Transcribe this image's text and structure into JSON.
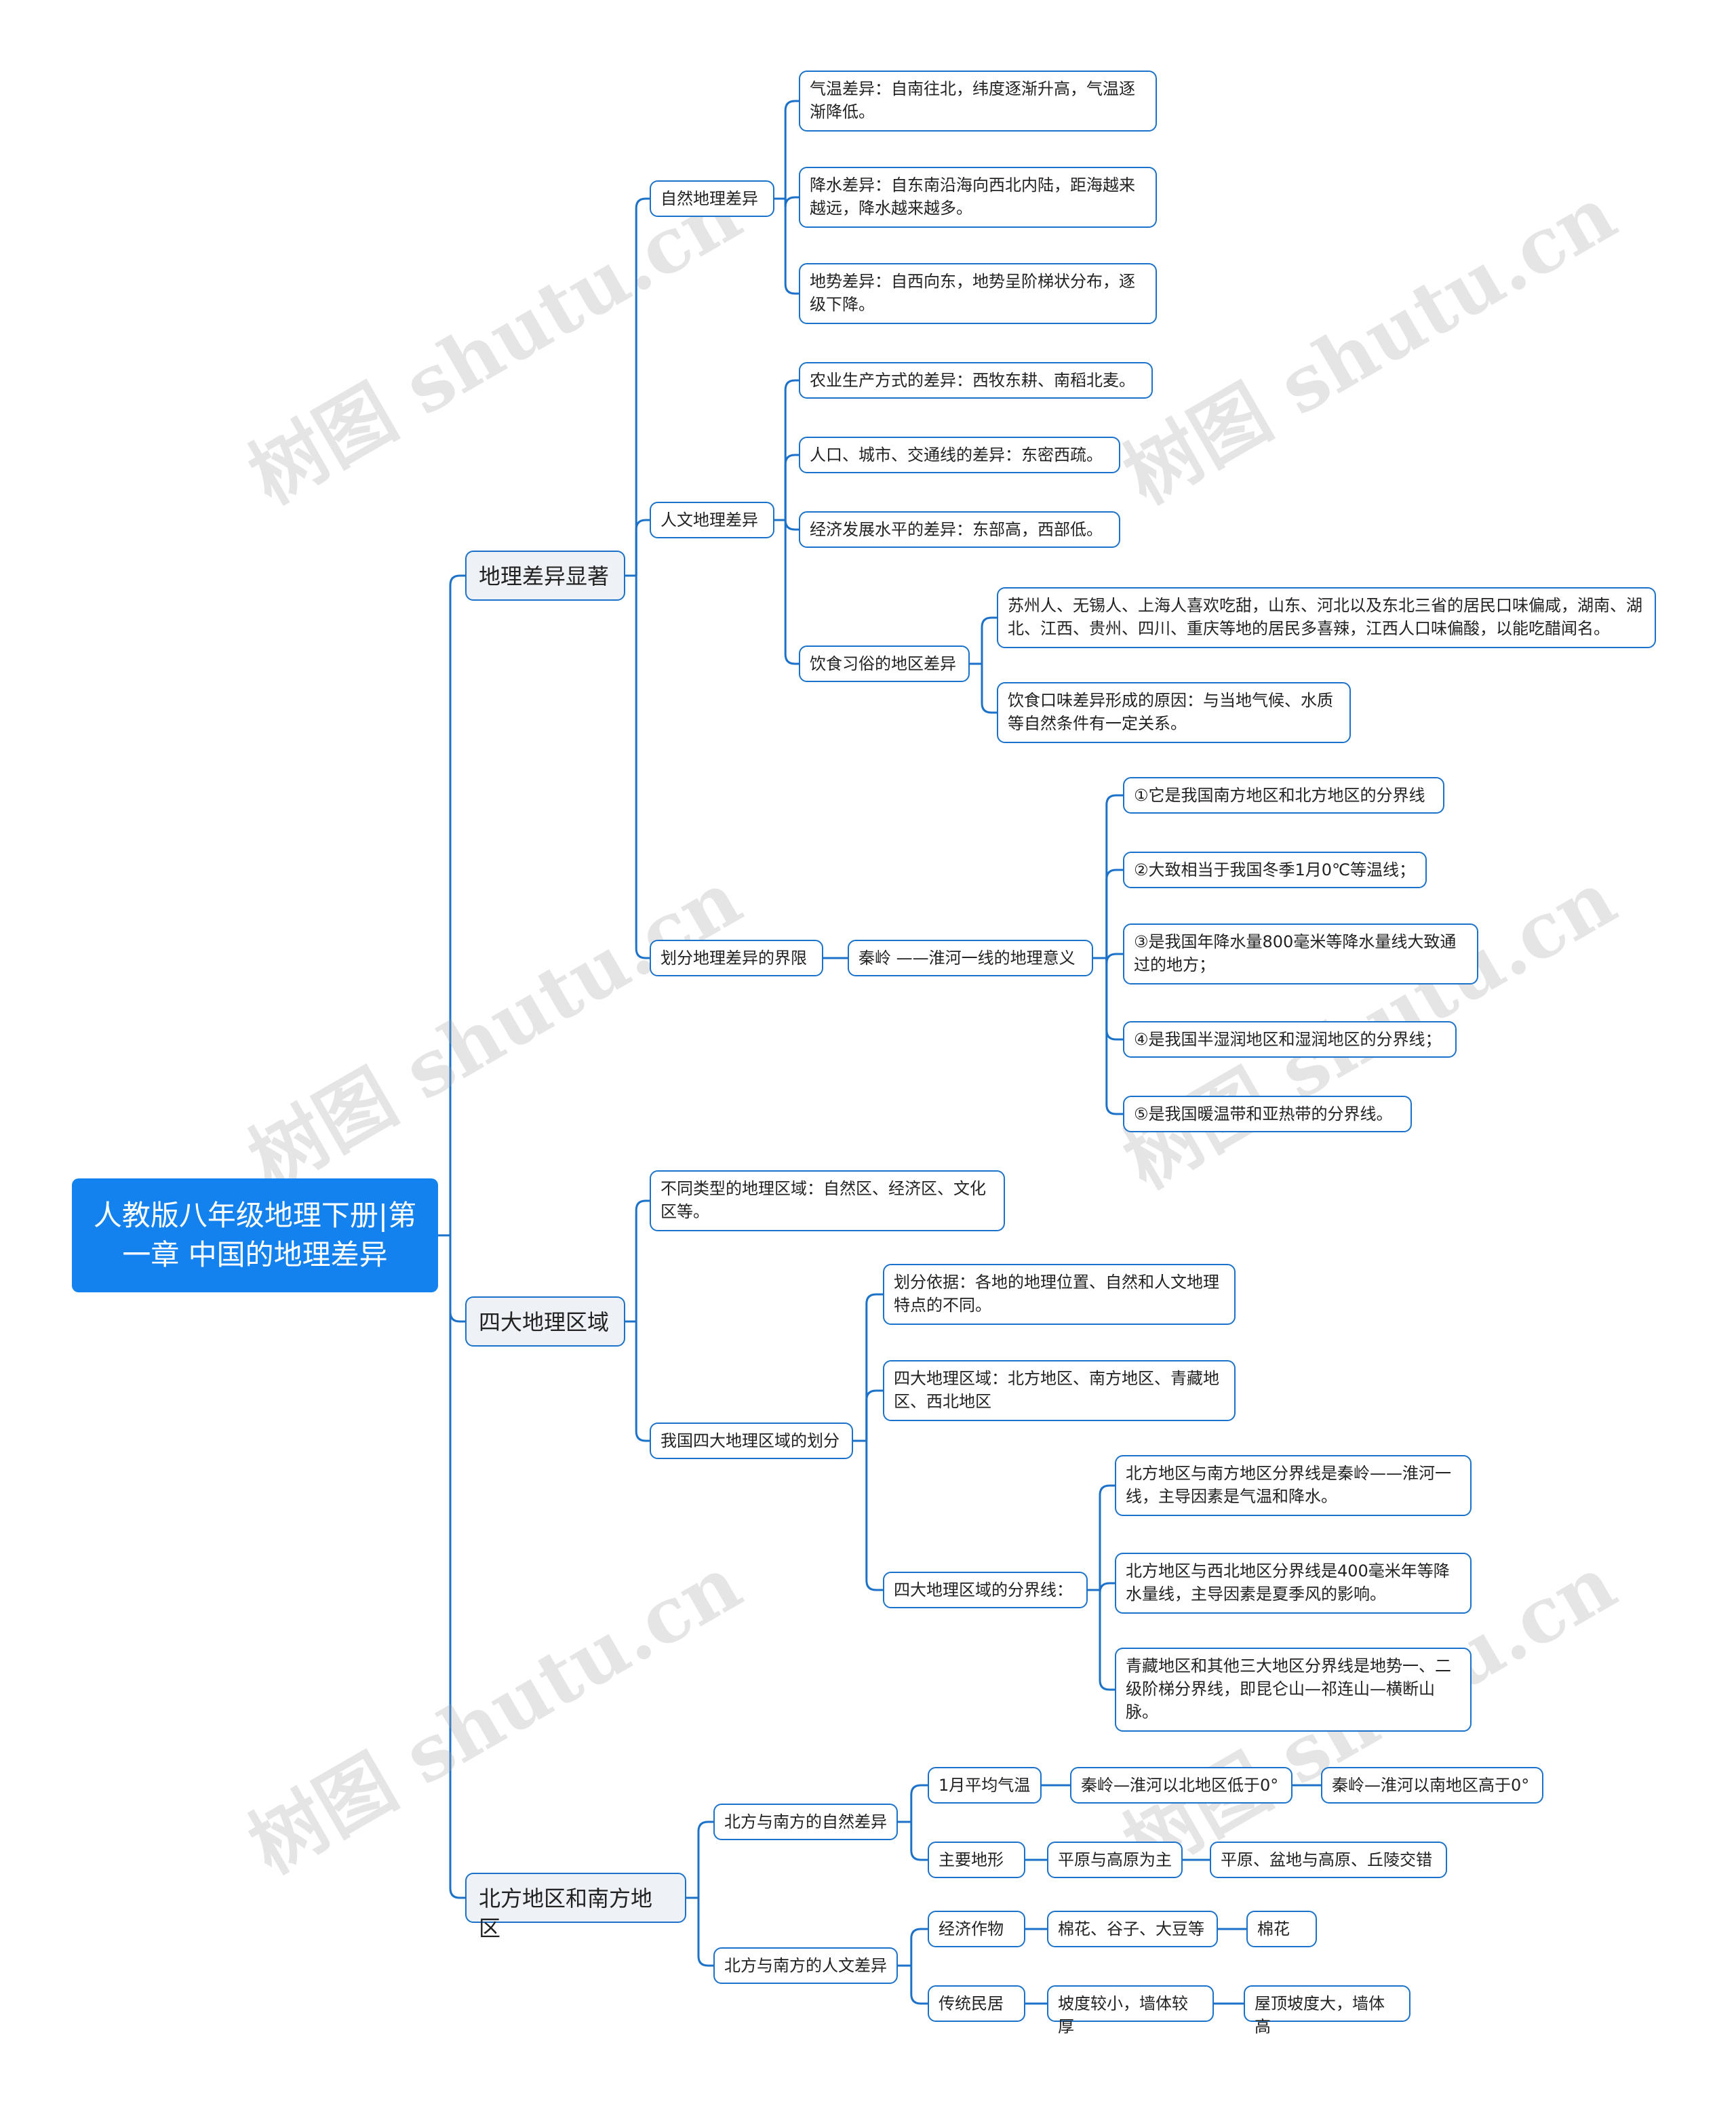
{
  "root": "人教版八年级地理下册|第一章 中国的地理差异",
  "watermark": "树图 shutu.cn",
  "colors": {
    "root_bg": "#1482ee",
    "line": "#1c72c8",
    "l1_bg": "#eef1f5"
  },
  "nodes": {
    "n1": "地理差异显著",
    "n1_1": "自然地理差异",
    "n1_1_1": "气温差异：自南往北，纬度逐渐升高，气温逐渐降低。",
    "n1_1_2": "降水差异：自东南沿海向西北内陆，距海越来越远，降水越来越多。",
    "n1_1_3": "地势差异：自西向东，地势呈阶梯状分布，逐级下降。",
    "n1_2": "人文地理差异",
    "n1_2_1": "农业生产方式的差异：西牧东耕、南稻北麦。",
    "n1_2_2": "人口、城市、交通线的差异：东密西疏。",
    "n1_2_3": "经济发展水平的差异：东部高，西部低。",
    "n1_2_4": "饮食习俗的地区差异",
    "n1_2_4_1": "苏州人、无锡人、上海人喜欢吃甜，山东、河北以及东北三省的居民口味偏咸，湖南、湖北、江西、贵州、四川、重庆等地的居民多喜辣，江西人口味偏酸，以能吃醋闻名。",
    "n1_2_4_2": "饮食口味差异形成的原因：与当地气候、水质等自然条件有一定关系。",
    "n1_3": "划分地理差异的界限",
    "n1_3_1": "秦岭 ——淮河一线的地理意义",
    "n1_3_1_1": "①它是我国南方地区和北方地区的分界线",
    "n1_3_1_2": "②大致相当于我国冬季1月0℃等温线；",
    "n1_3_1_3": "③是我国年降水量800毫米等降水量线大致通过的地方；",
    "n1_3_1_4": "④是我国半湿润地区和湿润地区的分界线；",
    "n1_3_1_5": "⑤是我国暖温带和亚热带的分界线。",
    "n2": "四大地理区域",
    "n2_1": "不同类型的地理区域：自然区、经济区、文化区等。",
    "n2_2": "我国四大地理区域的划分",
    "n2_2_1": "划分依据：各地的地理位置、自然和人文地理特点的不同。",
    "n2_2_2": "四大地理区域：北方地区、南方地区、青藏地区、西北地区",
    "n2_2_3": "四大地理区域的分界线：",
    "n2_2_3_1": "北方地区与南方地区分界线是秦岭——淮河一线，主导因素是气温和降水。",
    "n2_2_3_2": "北方地区与西北地区分界线是400毫米年等降水量线，主导因素是夏季风的影响。",
    "n2_2_3_3": "青藏地区和其他三大地区分界线是地势一、二级阶梯分界线，即昆仑山—祁连山—横断山脉。",
    "n3": "北方地区和南方地区",
    "n3_1": "北方与南方的自然差异",
    "n3_1_1": "1月平均气温",
    "n3_1_1_1": "秦岭—淮河以北地区低于0°",
    "n3_1_1_1_1": "秦岭—淮河以南地区高于0°",
    "n3_1_2": "主要地形",
    "n3_1_2_1": "平原与高原为主",
    "n3_1_2_1_1": "平原、盆地与高原、丘陵交错",
    "n3_2": "北方与南方的人文差异",
    "n3_2_1": "经济作物",
    "n3_2_1_1": "棉花、谷子、大豆等",
    "n3_2_1_1_1": "棉花",
    "n3_2_2": "传统民居",
    "n3_2_2_1": "坡度较小，墙体较厚",
    "n3_2_2_1_1": "屋顶坡度大，墙体高"
  }
}
